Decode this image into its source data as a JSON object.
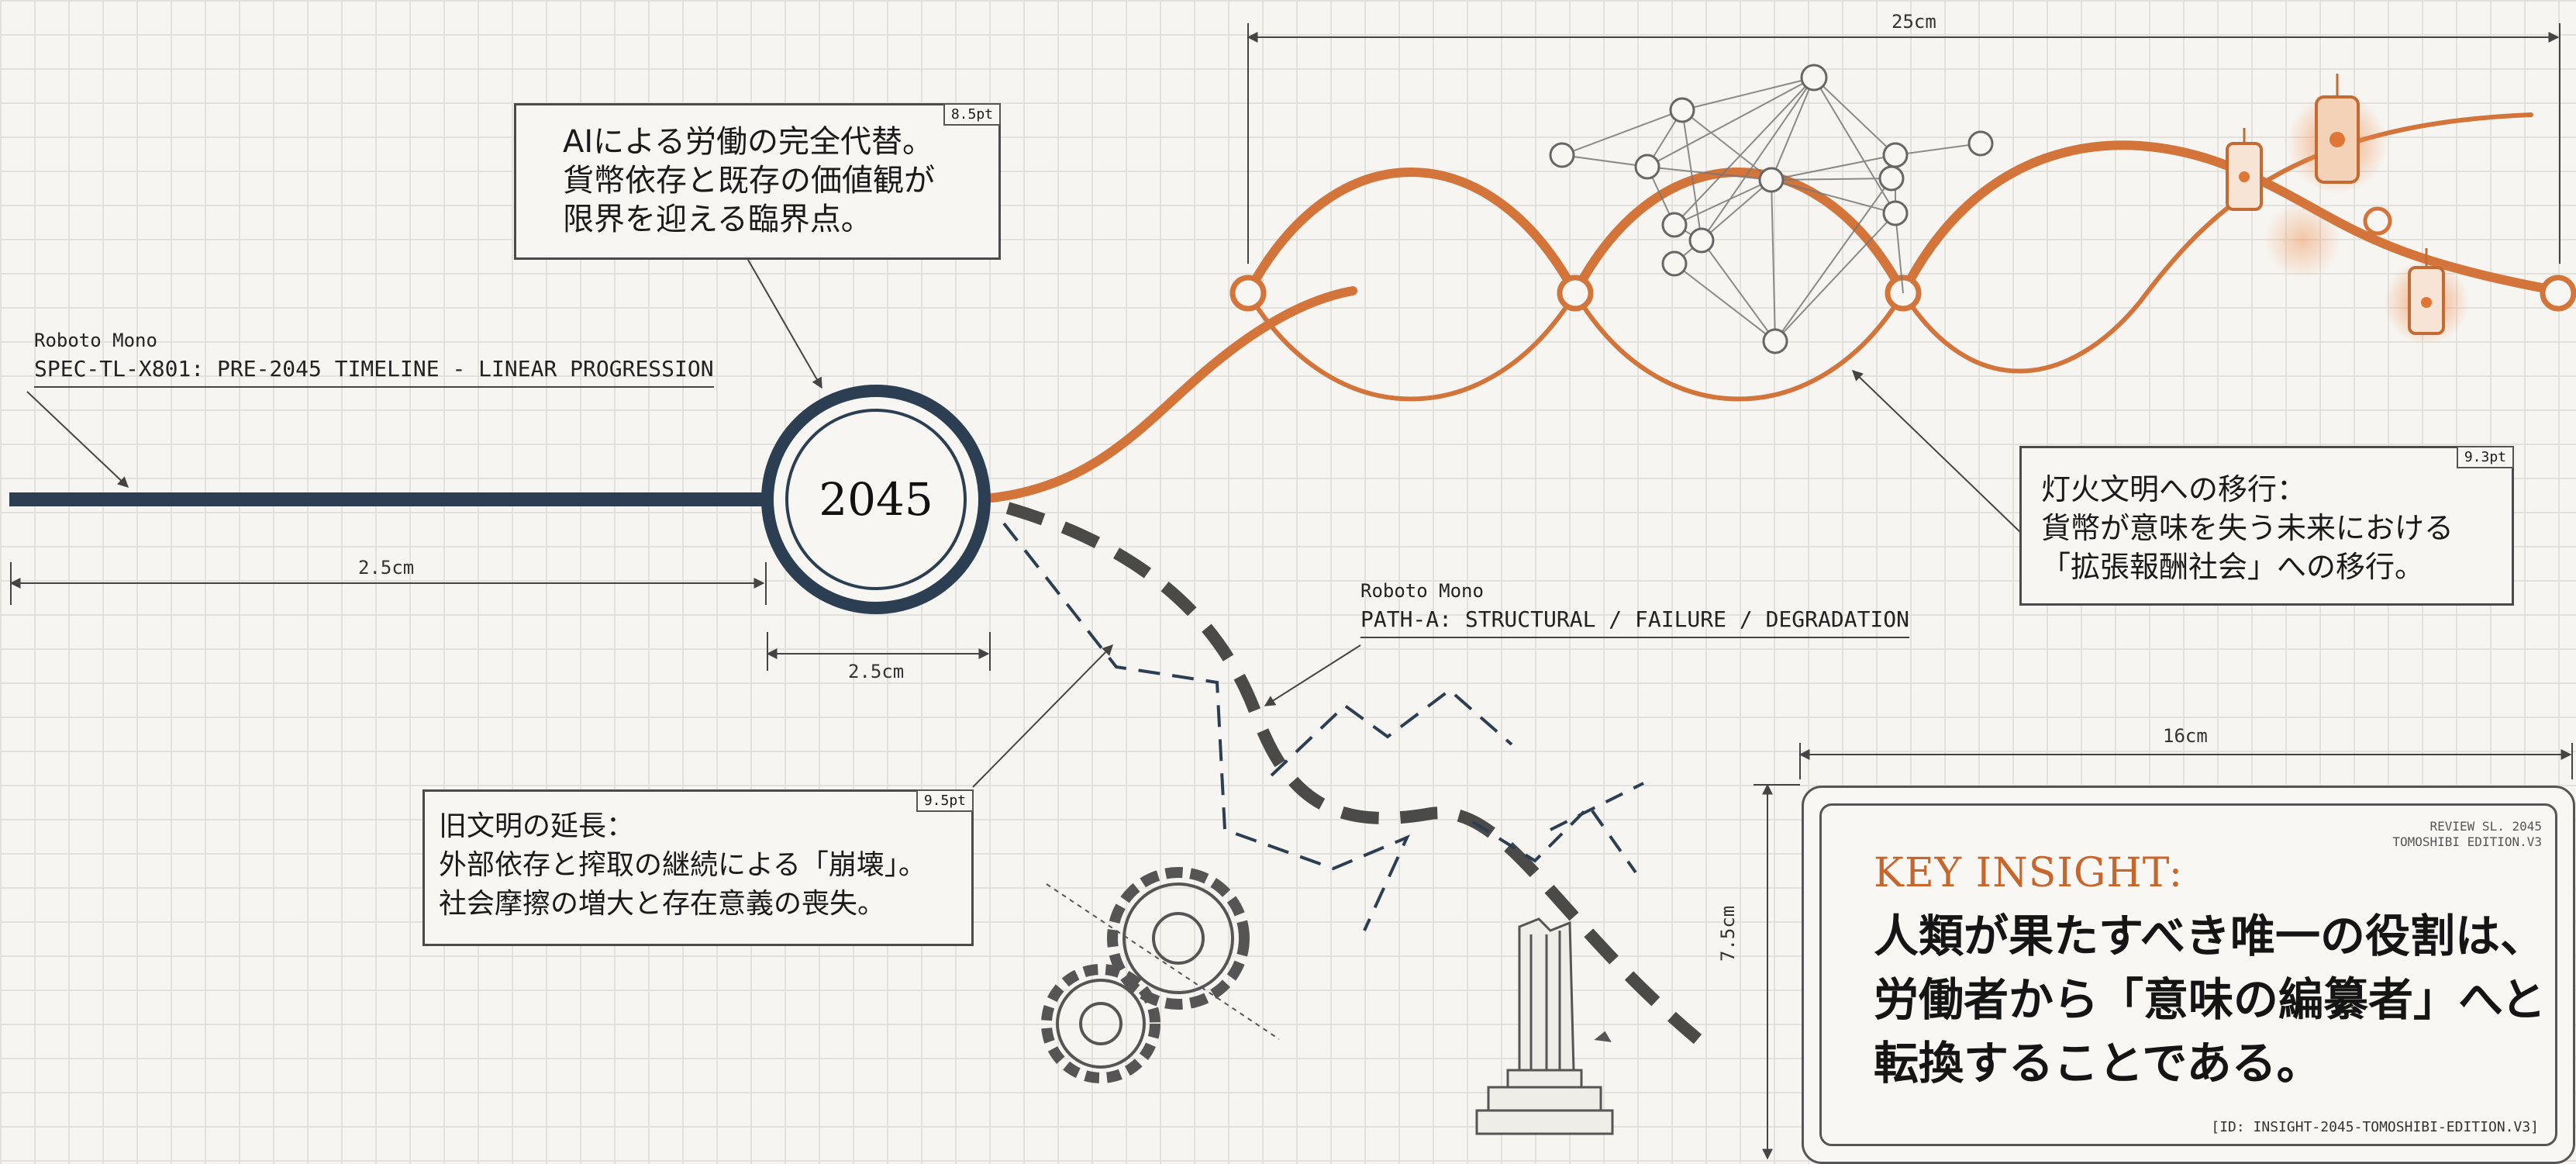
{
  "spec_left": {
    "font_label": "Roboto Mono",
    "title": "SPEC-TL-X801: PRE-2045 TIMELINE - LINEAR PROGRESSION"
  },
  "node": {
    "year": "2045"
  },
  "dimensions": {
    "line_length": "2.5cm",
    "node_width": "2.5cm",
    "orange_span": "25cm",
    "insight_width": "16cm",
    "insight_height": "7.5cm"
  },
  "box_ai": {
    "tag": "8.5pt",
    "lines": [
      "AIによる労働の完全代替。",
      "貨幣依存と既存の価値観が",
      "限界を迎える臨界点。"
    ]
  },
  "box_fire": {
    "tag": "9.3pt",
    "lines": [
      "灯火文明への移行：",
      "貨幣が意味を失う未来における",
      "「拡張報酬社会」への移行。"
    ]
  },
  "box_old": {
    "tag": "9.5pt",
    "lines": [
      "旧文明の延長：",
      "外部依存と搾取の継続による「崩壊」。",
      "社会摩擦の増大と存在意義の喪失。"
    ]
  },
  "spec_path": {
    "font_label": "Roboto Mono",
    "title": "PATH-A: STRUCTURAL / FAILURE / DEGRADATION"
  },
  "insight": {
    "stamp": [
      "REVIEW SL. 2045",
      "TOMOSHIBI EDITION.V3"
    ],
    "title": "KEY INSIGHT:",
    "lines": [
      "人類が果たすべき唯一の役割は、",
      "労働者から「意味の編纂者」へと",
      "転換することである。"
    ],
    "id": "[ID: INSIGHT-2045-TOMOSHIBI-EDITION.V3]"
  },
  "colors": {
    "navy": "#2b3e52",
    "orange": "#d3743a",
    "dark_dash": "#4a4a48",
    "grid": "#e2e1dc"
  }
}
